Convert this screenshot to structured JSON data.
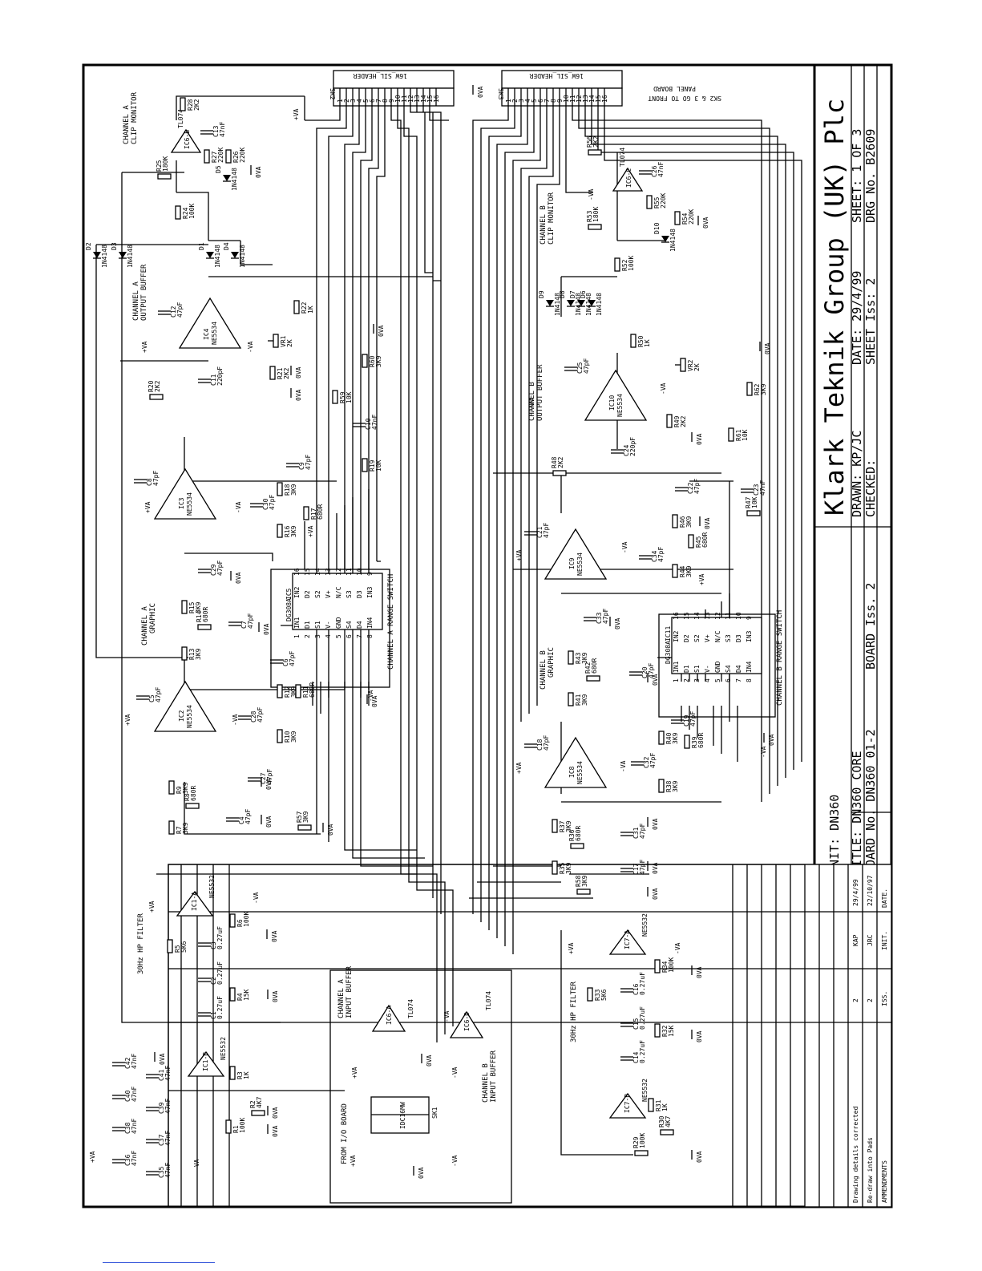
{
  "title_block": {
    "company": "Klark Teknik Group (UK) Plc",
    "unit": "UNIT:  DN360",
    "title": "TITLE:  DN360 CORE",
    "board_no": "BOARD No.  DN360_01-2",
    "board_iss": "BOARD Iss. 2",
    "drawn": "DRAWN:  KP/JC",
    "checked": "CHECKED:",
    "date": "DATE:  29/4/99",
    "sheet_iss": "SHEET Iss:  2",
    "sheet": "SHEET:  1 OF 3",
    "drg_no": "DRG No.  B2609"
  },
  "amendments": {
    "rows": [
      {
        "text": "Drawing details corrected",
        "iss": "2",
        "init": "KAP",
        "date": "29/4/99"
      },
      {
        "text": "Re-draw into Pads",
        "iss": "2",
        "init": "JRC",
        "date": "22/10/97"
      }
    ],
    "header": {
      "text": "AMMENDMENTS",
      "iss": "ISS.",
      "init": "INIT.",
      "date": "DATE."
    }
  },
  "connectors": {
    "sk2": {
      "ref": "SK2",
      "name": "16W_SIL_HEADER",
      "pins": [
        "1",
        "2",
        "3",
        "4",
        "5",
        "6",
        "7",
        "8",
        "9",
        "10",
        "11",
        "12",
        "13",
        "14",
        "15",
        "16"
      ]
    },
    "sk3": {
      "ref": "SK3",
      "name": "16W_SIL_HEADER",
      "pins": [
        "1",
        "2",
        "3",
        "4",
        "5",
        "6",
        "7",
        "8",
        "9",
        "10",
        "11",
        "12",
        "13",
        "14",
        "15",
        "16"
      ]
    },
    "sk3_note_1": "SK2 & 3 GO TO FRONT",
    "sk3_note_2": "PANEL BOARD",
    "sk1": {
      "ref": "SK1",
      "name": "IDC16MW"
    },
    "sk1_note": "FROM I/O BOARD"
  },
  "blocks": {
    "chA_clip": [
      "CHANNEL A",
      "CLIP MONITOR"
    ],
    "chA_out": [
      "CHANNEL A",
      "OUTPUT BUFFER"
    ],
    "chA_graphic": [
      "CHANNEL A",
      "GRAPHIC"
    ],
    "chA_range": "CHANNEL A RANGE SWITCH",
    "chA_hp": "30Hz HP FILTER",
    "chA_in": [
      "CHANNEL A",
      "INPUT BUFFER"
    ],
    "chB_in": [
      "CHANNEL B",
      "INPUT BUFFER"
    ],
    "chB_clip": [
      "CHANNEL B",
      "CLIP MONITOR"
    ],
    "chB_out": [
      "CHANNEL B",
      "OUTPUT BUFFER"
    ],
    "chB_graphic": [
      "CHANNEL B",
      "GRAPHIC"
    ],
    "chB_range": "CHANNEL B RANGE SWITCH",
    "chB_hp": "30Hz HP FILTER"
  },
  "opamps": {
    "ic6b": {
      "ref": "IC6-B",
      "part": "TL074"
    },
    "ic4": {
      "ref": "IC4",
      "part": "NE5534"
    },
    "ic3": {
      "ref": "IC3",
      "part": "NE5534"
    },
    "ic2": {
      "ref": "IC2",
      "part": "NE5534"
    },
    "ic1a": {
      "ref": "IC1-A",
      "part": "NE5532"
    },
    "ic1b": {
      "ref": "IC1-B",
      "part": "NE5532"
    },
    "ic6a": {
      "ref": "IC6-A",
      "part": "TL074"
    },
    "ic6d": {
      "ref": "IC6-D",
      "part": "TL074"
    },
    "ic6c": {
      "ref": "IC6-C",
      "part": "TL074"
    },
    "ic10": {
      "ref": "IC10",
      "part": "NE5534"
    },
    "ic9": {
      "ref": "IC9",
      "part": "NE5534"
    },
    "ic8": {
      "ref": "IC8",
      "part": "NE5534"
    },
    "ic7a": {
      "ref": "IC7-A",
      "part": "NE5532"
    },
    "ic7b": {
      "ref": "IC7-B",
      "part": "NE5532"
    }
  },
  "switch_ics": {
    "ic5": {
      "ref": "IC5",
      "part": "DG308A",
      "pins_top": [
        "IN2",
        "D2",
        "S2",
        "V+",
        "N/C",
        "S3",
        "D3",
        "IN3"
      ],
      "pins_bot": [
        "IN1",
        "D1",
        "S1",
        "V-",
        "GND",
        "S4",
        "D4",
        "IN4"
      ],
      "nums_top": [
        "16",
        "15",
        "14",
        "13",
        "12",
        "11",
        "10",
        "9"
      ],
      "nums_bot": [
        "1",
        "2",
        "3",
        "4",
        "5",
        "6",
        "7",
        "8"
      ]
    },
    "ic11": {
      "ref": "IC11",
      "part": "DG308A",
      "pins_top": [
        "IN2",
        "D2",
        "S2",
        "V+",
        "N/C",
        "S3",
        "D3",
        "IN3"
      ],
      "pins_bot": [
        "IN1",
        "D1",
        "S1",
        "V-",
        "GND",
        "S4",
        "D4",
        "IN4"
      ],
      "nums_top": [
        "16",
        "15",
        "14",
        "13",
        "12",
        "11",
        "10",
        "9"
      ],
      "nums_bot": [
        "1",
        "2",
        "3",
        "4",
        "5",
        "6",
        "7",
        "8"
      ]
    }
  },
  "resistors": [
    {
      "ref": "R28",
      "val": "2K2"
    },
    {
      "ref": "R27",
      "val": "220K"
    },
    {
      "ref": "R26",
      "val": "220K"
    },
    {
      "ref": "R25",
      "val": "180K"
    },
    {
      "ref": "R24",
      "val": "100K"
    },
    {
      "ref": "R22",
      "val": "1K"
    },
    {
      "ref": "R21",
      "val": "2K2"
    },
    {
      "ref": "R20",
      "val": "2K2"
    },
    {
      "ref": "R60",
      "val": "3K9"
    },
    {
      "ref": "R59",
      "val": "10K"
    },
    {
      "ref": "R19",
      "val": "10K"
    },
    {
      "ref": "R18",
      "val": "3K9"
    },
    {
      "ref": "R17",
      "val": "680R"
    },
    {
      "ref": "R16",
      "val": "3K9"
    },
    {
      "ref": "R15",
      "val": "3K9"
    },
    {
      "ref": "R14",
      "val": "680R"
    },
    {
      "ref": "R13",
      "val": "3K9"
    },
    {
      "ref": "R12",
      "val": "3K9"
    },
    {
      "ref": "R11",
      "val": "680R"
    },
    {
      "ref": "R10",
      "val": "3K9"
    },
    {
      "ref": "R9",
      "val": "3K9"
    },
    {
      "ref": "R8",
      "val": "680R"
    },
    {
      "ref": "R7",
      "val": "3K9"
    },
    {
      "ref": "R57",
      "val": "3K9"
    },
    {
      "ref": "R6",
      "val": "100K"
    },
    {
      "ref": "R5",
      "val": "5K6"
    },
    {
      "ref": "R4",
      "val": "15K"
    },
    {
      "ref": "R3",
      "val": "1K"
    },
    {
      "ref": "R2",
      "val": "4K7"
    },
    {
      "ref": "R1",
      "val": "100K"
    },
    {
      "ref": "R56",
      "val": "2K2"
    },
    {
      "ref": "R55",
      "val": "220K"
    },
    {
      "ref": "R54",
      "val": "220K"
    },
    {
      "ref": "R53",
      "val": "180K"
    },
    {
      "ref": "R52",
      "val": "100K"
    },
    {
      "ref": "R50",
      "val": "1K"
    },
    {
      "ref": "R49",
      "val": "2K2"
    },
    {
      "ref": "R48",
      "val": "2K2"
    },
    {
      "ref": "R62",
      "val": "3K9"
    },
    {
      "ref": "R61",
      "val": "10K"
    },
    {
      "ref": "R47",
      "val": "10K"
    },
    {
      "ref": "R46",
      "val": "3K9"
    },
    {
      "ref": "R45",
      "val": "680R"
    },
    {
      "ref": "R44",
      "val": "3K9"
    },
    {
      "ref": "R43",
      "val": "3K9"
    },
    {
      "ref": "R42",
      "val": "680R"
    },
    {
      "ref": "R41",
      "val": "3K9"
    },
    {
      "ref": "R40",
      "val": "3K9"
    },
    {
      "ref": "R39",
      "val": "680R"
    },
    {
      "ref": "R38",
      "val": "3K9"
    },
    {
      "ref": "R37",
      "val": "3K9"
    },
    {
      "ref": "R36",
      "val": "680R"
    },
    {
      "ref": "R35",
      "val": "3K9"
    },
    {
      "ref": "R58",
      "val": "3K9"
    },
    {
      "ref": "R34",
      "val": "100K"
    },
    {
      "ref": "R33",
      "val": "5K6"
    },
    {
      "ref": "R32",
      "val": "15K"
    },
    {
      "ref": "R31",
      "val": "1K"
    },
    {
      "ref": "R30",
      "val": "4K7"
    },
    {
      "ref": "R29",
      "val": "100K"
    }
  ],
  "capacitors": [
    {
      "ref": "C13",
      "val": "47nF"
    },
    {
      "ref": "C12",
      "val": "47pF"
    },
    {
      "ref": "C11",
      "val": "220pF"
    },
    {
      "ref": "C10",
      "val": "47nF"
    },
    {
      "ref": "C9",
      "val": "47pF"
    },
    {
      "ref": "C8",
      "val": "47pF"
    },
    {
      "ref": "C30",
      "val": "47pF"
    },
    {
      "ref": "C29",
      "val": "47pF"
    },
    {
      "ref": "C7",
      "val": "47pF"
    },
    {
      "ref": "C6",
      "val": "47pF"
    },
    {
      "ref": "C5",
      "val": "47pF"
    },
    {
      "ref": "C28",
      "val": "47pF"
    },
    {
      "ref": "C27",
      "val": "47pF"
    },
    {
      "ref": "C4",
      "val": "47pF"
    },
    {
      "ref": "C3",
      "val": "0.27uF"
    },
    {
      "ref": "C2",
      "val": "0.27uF"
    },
    {
      "ref": "C1",
      "val": "0.27uF"
    },
    {
      "ref": "C42",
      "val": "47nF"
    },
    {
      "ref": "C41",
      "val": "47nF"
    },
    {
      "ref": "C40",
      "val": "47nF"
    },
    {
      "ref": "C39",
      "val": "47nF"
    },
    {
      "ref": "C38",
      "val": "47nF"
    },
    {
      "ref": "C37",
      "val": "47nF"
    },
    {
      "ref": "C36",
      "val": "47nF"
    },
    {
      "ref": "C35",
      "val": "47nF"
    },
    {
      "ref": "C26",
      "val": "47nF"
    },
    {
      "ref": "C25",
      "val": "47pF"
    },
    {
      "ref": "C24",
      "val": "220pF"
    },
    {
      "ref": "C23",
      "val": "47nF"
    },
    {
      "ref": "C22",
      "val": "47pF"
    },
    {
      "ref": "C21",
      "val": "47pF"
    },
    {
      "ref": "C34",
      "val": "47pF"
    },
    {
      "ref": "C33",
      "val": "47pF"
    },
    {
      "ref": "C20",
      "val": "47pF"
    },
    {
      "ref": "C19",
      "val": "47pF"
    },
    {
      "ref": "C18",
      "val": "47pF"
    },
    {
      "ref": "C32",
      "val": "47pF"
    },
    {
      "ref": "C31",
      "val": "47pF"
    },
    {
      "ref": "C17",
      "val": "47pF"
    },
    {
      "ref": "C16",
      "val": "0.27uF"
    },
    {
      "ref": "C15",
      "val": "0.27uF"
    },
    {
      "ref": "C14",
      "val": "0.27uF"
    }
  ],
  "diodes": [
    {
      "ref": "D1",
      "val": "1N4148"
    },
    {
      "ref": "D2",
      "val": "1N4148"
    },
    {
      "ref": "D3",
      "val": "1N4148"
    },
    {
      "ref": "D4",
      "val": "1N4148"
    },
    {
      "ref": "D5",
      "val": "1N4148"
    },
    {
      "ref": "D6",
      "val": "1N4148"
    },
    {
      "ref": "D7",
      "val": "1N4148"
    },
    {
      "ref": "D8",
      "val": "1N4148"
    },
    {
      "ref": "D9",
      "val": "1N4148"
    },
    {
      "ref": "D10",
      "val": "1N4148"
    }
  ],
  "pots": [
    {
      "ref": "VR1",
      "val": "2K"
    },
    {
      "ref": "VR2",
      "val": "2K"
    }
  ],
  "rails": {
    "pos": "+VA",
    "neg": "-VA",
    "gnd": "0VA"
  }
}
